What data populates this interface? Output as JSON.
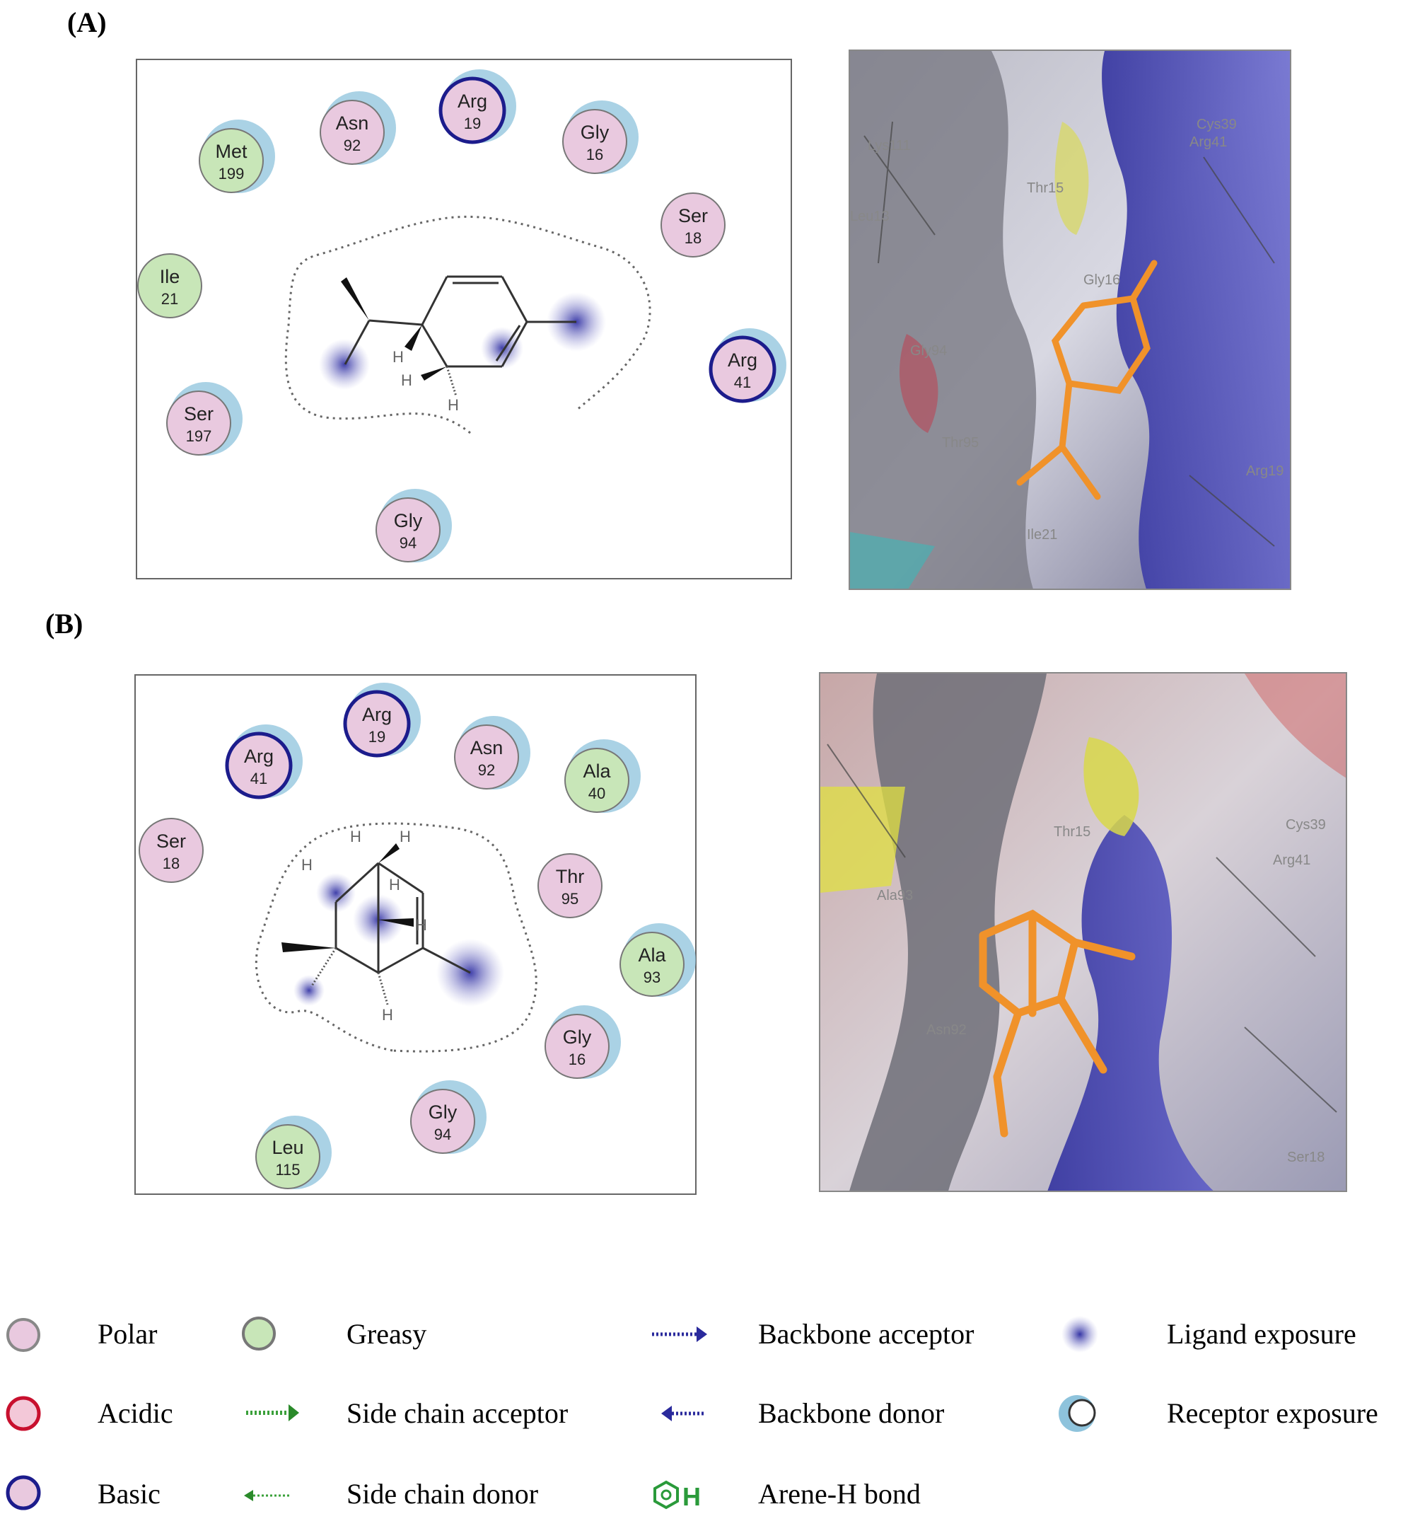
{
  "panels": [
    {
      "label": "(A)",
      "residues": [
        {
          "name": "Met",
          "num": "199",
          "type": "greasy"
        },
        {
          "name": "Asn",
          "num": "92",
          "type": "polar"
        },
        {
          "name": "Arg",
          "num": "19",
          "type": "basic"
        },
        {
          "name": "Gly",
          "num": "16",
          "type": "polar"
        },
        {
          "name": "Ser",
          "num": "18",
          "type": "polar"
        },
        {
          "name": "Ile",
          "num": "21",
          "type": "greasy"
        },
        {
          "name": "Arg",
          "num": "41",
          "type": "basic"
        },
        {
          "name": "Ser",
          "num": "197",
          "type": "polar"
        },
        {
          "name": "Gly",
          "num": "94",
          "type": "polar"
        }
      ],
      "ligand_h_labels": [
        "H",
        "H",
        "H"
      ],
      "render_labels": [
        "Lys111",
        "Cys39",
        "Arg41",
        "Thr15",
        "Leu13",
        "Gly16",
        "Gly94",
        "Thr95",
        "Arg19",
        "Ile21"
      ]
    },
    {
      "label": "(B)",
      "residues": [
        {
          "name": "Arg",
          "num": "41",
          "type": "basic"
        },
        {
          "name": "Arg",
          "num": "19",
          "type": "basic"
        },
        {
          "name": "Asn",
          "num": "92",
          "type": "polar"
        },
        {
          "name": "Ala",
          "num": "40",
          "type": "greasy"
        },
        {
          "name": "Ser",
          "num": "18",
          "type": "polar"
        },
        {
          "name": "Thr",
          "num": "95",
          "type": "polar"
        },
        {
          "name": "Ala",
          "num": "93",
          "type": "greasy"
        },
        {
          "name": "Gly",
          "num": "16",
          "type": "polar"
        },
        {
          "name": "Gly",
          "num": "94",
          "type": "polar"
        },
        {
          "name": "Leu",
          "num": "115",
          "type": "greasy"
        }
      ],
      "ligand_h_labels": [
        "H",
        "H",
        "H",
        "H",
        "H",
        "H"
      ],
      "render_labels": [
        "Thr15",
        "Cys39",
        "Arg41",
        "Ala93",
        "Asn92",
        "Ser18"
      ]
    }
  ],
  "legend": [
    {
      "icon": "polar-residue-icon",
      "label": "Polar"
    },
    {
      "icon": "greasy-residue-icon",
      "label": "Greasy"
    },
    {
      "icon": "backbone-acceptor-icon",
      "label": "Backbone acceptor"
    },
    {
      "icon": "ligand-exposure-icon",
      "label": "Ligand exposure"
    },
    {
      "icon": "acidic-residue-icon",
      "label": "Acidic"
    },
    {
      "icon": "side-chain-acceptor-icon",
      "label": "Side chain acceptor"
    },
    {
      "icon": "backbone-donor-icon",
      "label": "Backbone donor"
    },
    {
      "icon": "receptor-exposure-icon",
      "label": "Receptor exposure"
    },
    {
      "icon": "basic-residue-icon",
      "label": "Basic"
    },
    {
      "icon": "side-chain-donor-icon",
      "label": "Side chain donor"
    },
    {
      "icon": "arene-h-bond-icon",
      "label": "Arene-H bond"
    }
  ],
  "colors": {
    "polar_fill": "#e9c9df",
    "greasy_fill": "#c8e6b8",
    "basic_ring": "#1c1c8c",
    "acidic_ring": "#c8102e",
    "receptor_exposure": "#8ec3dc",
    "ligand_exposure": "#3c3ca0",
    "ligand_carbon": "#f0922a"
  }
}
